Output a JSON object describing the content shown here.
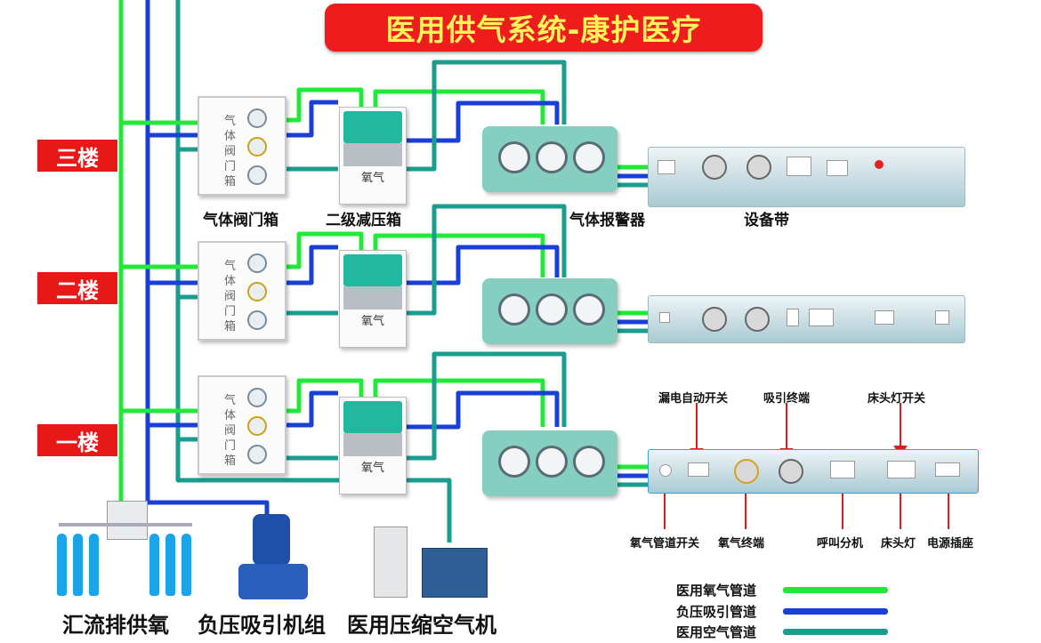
{
  "title": "医用供气系统-康护医疗",
  "floors": [
    "三楼",
    "二楼",
    "一楼"
  ],
  "component_labels": {
    "valve_box": "气体阀门箱",
    "regulator_box": "二级减压箱",
    "alarm": "气体报警器",
    "bed_band": "设备带"
  },
  "valve_box_text": "气体阀门箱",
  "regulator_text": "氧气",
  "bottom_labels": {
    "manifold": "汇流排供氧",
    "vacuum": "负压吸引机组",
    "compressor": "医用压缩空气机"
  },
  "callouts_top": [
    "漏电自动开关",
    "吸引终端",
    "床头灯开关"
  ],
  "callouts_bottom": [
    "氧气管道开关",
    "氧气终端",
    "呼叫分机",
    "床头灯",
    "电源插座"
  ],
  "legend": [
    {
      "label": "医用氧气管道",
      "color": "#22e83a"
    },
    {
      "label": "负压吸引管道",
      "color": "#1a3fd6"
    },
    {
      "label": "医用空气管道",
      "color": "#1a9c8e"
    }
  ],
  "colors": {
    "oxygen": "#22e83a",
    "vacuum": "#1a3fd6",
    "air": "#1a9c8e",
    "title_bg": "#ee1c1c",
    "title_text": "#fff45a"
  }
}
